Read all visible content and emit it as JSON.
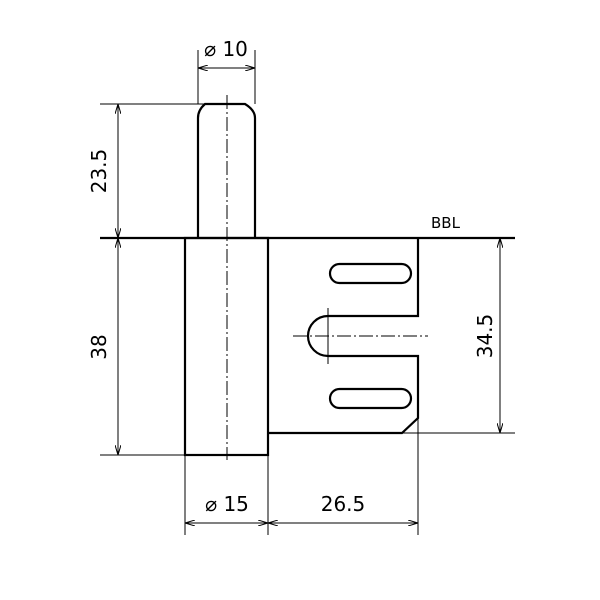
{
  "drawing": {
    "reference_label": "BBL",
    "dimensions": {
      "pin_diameter": "⌀ 10",
      "pin_length": "23.5",
      "barrel_length": "38",
      "plate_height": "34.5",
      "barrel_diameter": "⌀ 15",
      "plate_width": "26.5"
    }
  }
}
